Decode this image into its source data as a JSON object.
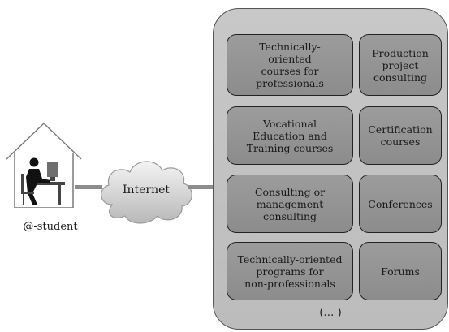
{
  "student": {
    "label": "@-student"
  },
  "cloud": {
    "label": "Internet"
  },
  "services": {
    "items": [
      "Technically-\noriented\ncourses for\nprofessionals",
      "Production\nproject\nconsulting",
      "Vocational\nEducation and\nTraining courses",
      "Certification\ncourses",
      "Consulting or\nmanagement\nconsulting",
      "Conferences",
      "Technically-oriented\nprograms for\nnon-professionals",
      "Forums"
    ],
    "more": "(… )"
  }
}
